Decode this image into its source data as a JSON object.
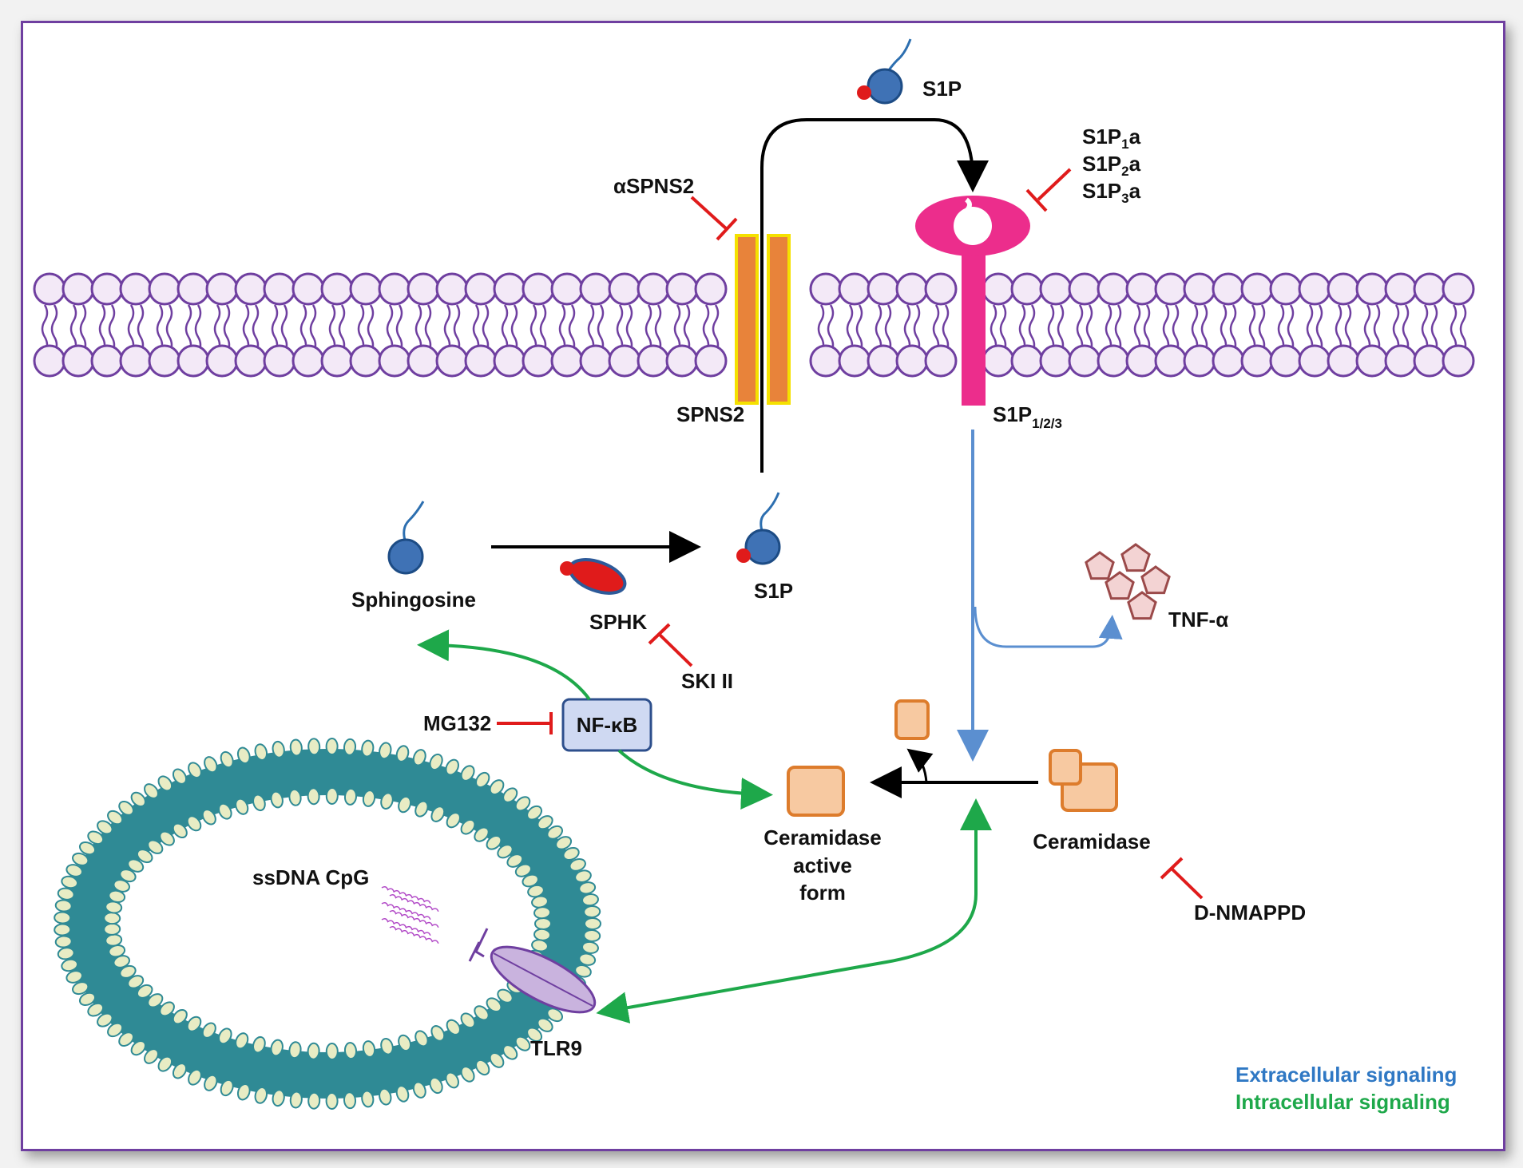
{
  "labels": {
    "s1p_top": "S1P",
    "aspns2": "αSPNS2",
    "s1p1a_main": "S1P",
    "s1p1a_sub": "1",
    "s1p1a_end": "a",
    "s1p2a_main": "S1P",
    "s1p2a_sub": "2",
    "s1p2a_end": "a",
    "s1p3a_main": "S1P",
    "s1p3a_sub": "3",
    "s1p3a_end": "a",
    "spns2": "SPNS2",
    "s1p_receptor_main": "S1P",
    "s1p_receptor_sub": "1/2/3",
    "sphingosine": "Sphingosine",
    "s1p_inner": "S1P",
    "sphk": "SPHK",
    "ski2": "SKI II",
    "tnfa": "TNF-α",
    "mg132": "MG132",
    "nfkb": "NF-κB",
    "ceramidase_active_1": "Ceramidase",
    "ceramidase_active_2": "active",
    "ceramidase_active_3": "form",
    "ceramidase": "Ceramidase",
    "dnmappd": "D-NMAPPD",
    "ssdna": "ssDNA CpG",
    "tlr9": "TLR9"
  },
  "legend": {
    "extracellular": "Extracellular signaling",
    "intracellular": "Intracellular signaling"
  },
  "colors": {
    "frame": "#6f3fa0",
    "membrane_fill": "#f3e9f7",
    "membrane_stroke": "#6f3fa0",
    "receptor": "#ec2d8c",
    "spns2_fill": "#e8833a",
    "spns2_stroke": "#f5e100",
    "inhibitor": "#e01b1b",
    "extracellular": "#2f78c4",
    "intracellular": "#1ea84a",
    "ceramidase_fill": "#f7c9a1",
    "ceramidase_stroke": "#dd7c2c",
    "tnf": "#9b4a4a",
    "endosome": "#2f8a95",
    "endosome_head": "#e8ecc4"
  }
}
